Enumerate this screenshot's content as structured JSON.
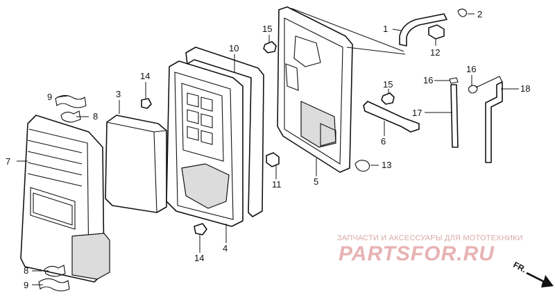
{
  "callouts": {
    "c1": "1",
    "c2": "2",
    "c3": "3",
    "c4": "4",
    "c5": "5",
    "c6": "6",
    "c7": "7",
    "c8a": "8",
    "c8b": "8",
    "c9a": "9",
    "c9b": "9",
    "c10": "10",
    "c11": "11",
    "c12": "12",
    "c13": "13",
    "c14a": "14",
    "c14b": "14",
    "c15a": "15",
    "c15b": "15",
    "c16a": "16",
    "c16b": "16",
    "c17": "17",
    "c18": "18"
  },
  "watermark": {
    "caption": "ЗАПЧАСТИ И АКСЕССУАРЫ ДЛЯ МОТОТЕХНИКИ",
    "logo": "PARTSFOR.RU"
  },
  "direction_label": "FR.",
  "colors": {
    "line": "#111111",
    "watermark": "#e8b3b3"
  }
}
